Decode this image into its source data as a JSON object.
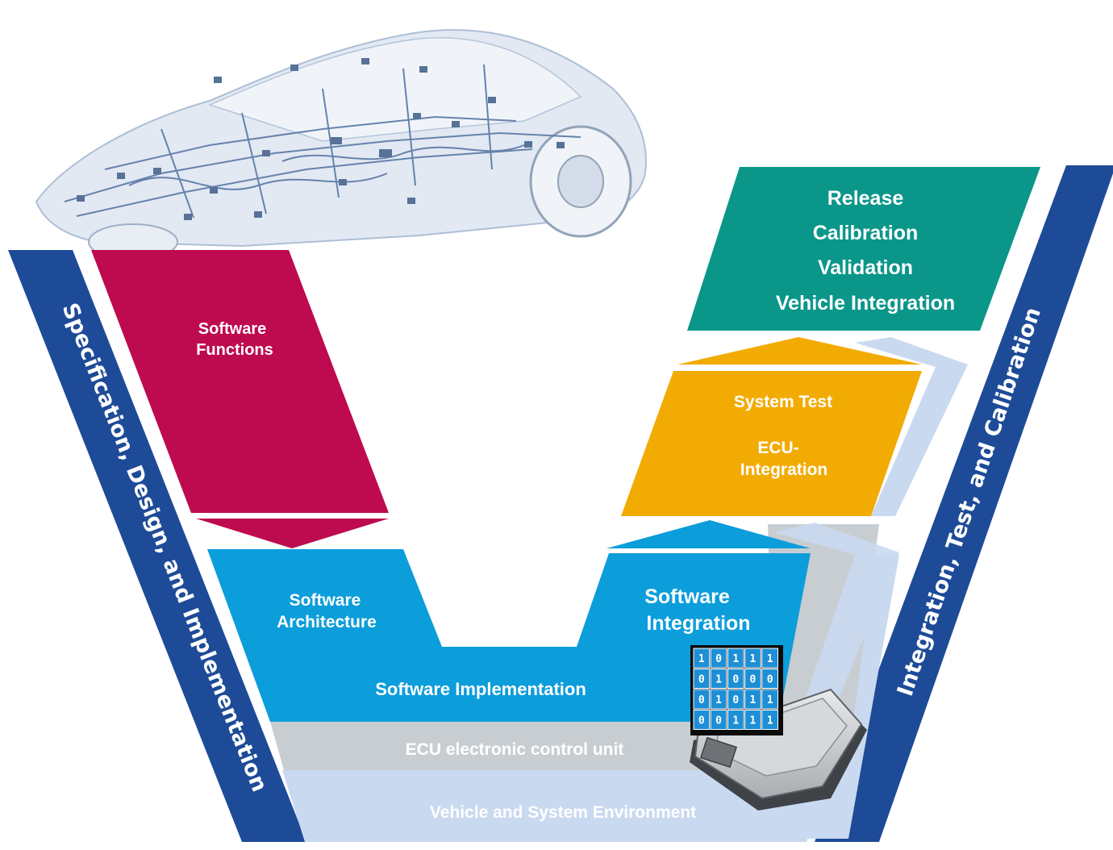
{
  "left_band": {
    "label": "Specification, Design, and Implementation"
  },
  "right_band": {
    "label": "Integration, Test, and Calibration"
  },
  "software_functions": {
    "line1": "Software",
    "line2": "Functions"
  },
  "software_architecture": {
    "line1": "Software",
    "line2": "Architecture"
  },
  "software_integration": {
    "line1": "Software",
    "line2": "Integration"
  },
  "software_implementation": {
    "label": "Software Implementation"
  },
  "ecu_layer": {
    "label": "ECU electronic control unit"
  },
  "vehicle_layer": {
    "label": "Vehicle and System Environment"
  },
  "system_test": {
    "line1": "System Test",
    "line2": "ECU-",
    "line3": "Integration"
  },
  "release_box": {
    "line1": "Release",
    "line2": "Calibration",
    "line3": "Validation",
    "line4": "Vehicle Integration"
  },
  "binary_matrix": [
    [
      "1",
      "0",
      "1",
      "1",
      "1"
    ],
    [
      "0",
      "1",
      "0",
      "0",
      "0"
    ],
    [
      "0",
      "1",
      "0",
      "1",
      "1"
    ],
    [
      "0",
      "0",
      "1",
      "1",
      "1"
    ]
  ],
  "colors": {
    "dark_blue": "#1e4b97",
    "crimson": "#be0a4f",
    "cyan": "#0c9ddb",
    "gray": "#c8cdd1",
    "light_blue": "#c9d9f0",
    "orange": "#f2ab02",
    "teal": "#0b968a"
  }
}
